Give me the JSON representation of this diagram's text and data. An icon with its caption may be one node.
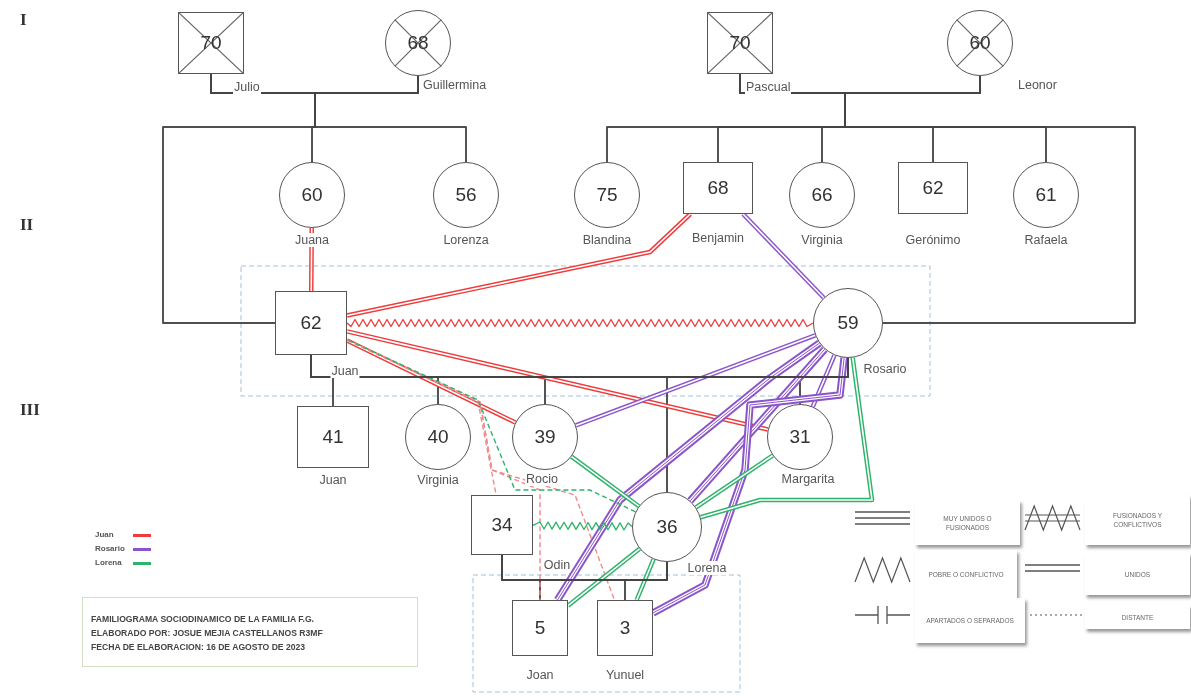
{
  "diagram": {
    "nodes": [
      {
        "text": [
          "70"
        ],
        "beside": [
          "Julio"
        ]
      },
      {
        "text": [
          "68"
        ],
        "beside": [
          "Guillermina"
        ]
      },
      {
        "text": [
          "70"
        ],
        "beside": [
          "Pascual"
        ]
      },
      {
        "text": [
          "60"
        ],
        "beside": [
          "Leonor"
        ]
      },
      {
        "text": [
          "60"
        ],
        "beside": [
          "Juana"
        ]
      },
      {
        "text": [
          "56"
        ],
        "beside": [
          "Lorenza"
        ]
      },
      {
        "text": [
          "75"
        ],
        "beside": [
          "Blandina"
        ]
      },
      {
        "text": [
          "68"
        ],
        "beside": [
          "Benjamin"
        ]
      },
      {
        "text": [
          "66"
        ],
        "beside": [
          "Virginia"
        ]
      },
      {
        "text": [
          "62"
        ],
        "beside": [
          "Gerónimo"
        ]
      },
      {
        "text": [
          "61"
        ],
        "beside": [
          "Rafaela"
        ]
      },
      {
        "text": [
          "62"
        ],
        "beside": [
          "Juan"
        ]
      },
      {
        "text": [
          "59"
        ],
        "beside": [
          "Rosario"
        ]
      },
      {
        "text": [
          "41"
        ],
        "beside": [
          "Juan"
        ]
      },
      {
        "text": [
          "40"
        ],
        "beside": [
          "Virginia"
        ]
      },
      {
        "text": [
          "39"
        ],
        "beside": [
          "Rocio"
        ]
      },
      {
        "text": [
          "31"
        ],
        "beside": [
          "Margarita"
        ]
      },
      {
        "text": [
          "34"
        ],
        "beside": [
          "Odin"
        ]
      },
      {
        "text": [
          "36"
        ],
        "beside": [
          "Lorena"
        ]
      },
      {
        "text": [
          "5"
        ],
        "beside": [
          "Joan"
        ]
      },
      {
        "text": [
          "3"
        ],
        "beside": [
          "Yunuel"
        ]
      },
      {
        "text": [
          "FAMILIOGRAMA SOCIODINAMICO DE LA FAMILIA F.G.",
          "ELABORADO POR: JOSUE MEJIA CASTELLANOS R3MF",
          "FECHA DE ELABORACION: 16 DE AGOSTO DE 2023"
        ]
      }
    ],
    "edges": [
      {
        "from": 0,
        "to": 1,
        "arrow": "none"
      },
      {
        "from": 2,
        "to": 3,
        "arrow": "none"
      },
      {
        "from": 11,
        "to": 12,
        "arrow": "none"
      },
      {
        "from": 17,
        "to": 18,
        "arrow": "none"
      },
      {
        "from": 0,
        "to": 4,
        "arrow": "none"
      },
      {
        "from": 1,
        "to": 4,
        "arrow": "none"
      },
      {
        "from": 0,
        "to": 5,
        "arrow": "none"
      },
      {
        "from": 1,
        "to": 5,
        "arrow": "none"
      },
      {
        "from": 0,
        "to": 11,
        "arrow": "none"
      },
      {
        "from": 1,
        "to": 11,
        "arrow": "none"
      },
      {
        "from": 2,
        "to": 6,
        "arrow": "none"
      },
      {
        "from": 3,
        "to": 6,
        "arrow": "none"
      },
      {
        "from": 2,
        "to": 7,
        "arrow": "none"
      },
      {
        "from": 3,
        "to": 7,
        "arrow": "none"
      },
      {
        "from": 2,
        "to": 8,
        "arrow": "none"
      },
      {
        "from": 3,
        "to": 8,
        "arrow": "none"
      },
      {
        "from": 2,
        "to": 9,
        "arrow": "none"
      },
      {
        "from": 3,
        "to": 9,
        "arrow": "none"
      },
      {
        "from": 2,
        "to": 10,
        "arrow": "none"
      },
      {
        "from": 3,
        "to": 10,
        "arrow": "none"
      },
      {
        "from": 2,
        "to": 12,
        "arrow": "none"
      },
      {
        "from": 3,
        "to": 12,
        "arrow": "none"
      },
      {
        "from": 11,
        "to": 13,
        "arrow": "none"
      },
      {
        "from": 12,
        "to": 13,
        "arrow": "none"
      },
      {
        "from": 11,
        "to": 14,
        "arrow": "none"
      },
      {
        "from": 12,
        "to": 14,
        "arrow": "none"
      },
      {
        "from": 11,
        "to": 15,
        "arrow": "none"
      },
      {
        "from": 12,
        "to": 15,
        "arrow": "none"
      },
      {
        "from": 11,
        "to": 18,
        "arrow": "none"
      },
      {
        "from": 12,
        "to": 18,
        "arrow": "none"
      },
      {
        "from": 11,
        "to": 16,
        "arrow": "none"
      },
      {
        "from": 12,
        "to": 16,
        "arrow": "none"
      },
      {
        "from": 17,
        "to": 19,
        "arrow": "none"
      },
      {
        "from": 18,
        "to": 19,
        "arrow": "none"
      },
      {
        "from": 17,
        "to": 20,
        "arrow": "none"
      },
      {
        "from": 18,
        "to": 20,
        "arrow": "none"
      },
      {
        "from": 4,
        "to": 11,
        "arrow": "none",
        "style": "thick",
        "color": "#ee3b3b"
      },
      {
        "from": 11,
        "to": 7,
        "arrow": "none",
        "style": "thick",
        "color": "#ee3b3b"
      },
      {
        "from": 11,
        "to": 12,
        "arrow": "none",
        "color": "#ee3b3b"
      },
      {
        "from": 11,
        "to": 15,
        "arrow": "none",
        "style": "thick",
        "color": "#ee3b3b"
      },
      {
        "from": 11,
        "to": 16,
        "arrow": "none",
        "style": "thick",
        "color": "#ee3b3b"
      },
      {
        "from": 11,
        "to": 17,
        "arrow": "none",
        "style": "dashed",
        "color": "#f28a8a"
      },
      {
        "from": 11,
        "to": 19,
        "arrow": "none",
        "style": "dashed",
        "color": "#f28a8a"
      },
      {
        "from": 11,
        "to": 20,
        "arrow": "none",
        "style": "dashed",
        "color": "#f28a8a"
      },
      {
        "from": 12,
        "to": 7,
        "arrow": "none",
        "style": "thick",
        "color": "#8b55c9"
      },
      {
        "from": 12,
        "to": 15,
        "arrow": "none",
        "style": "thick",
        "color": "#8b55c9"
      },
      {
        "from": 12,
        "to": 16,
        "arrow": "none",
        "style": "thick",
        "color": "#8b55c9"
      },
      {
        "from": 12,
        "to": 18,
        "arrow": "none",
        "style": "thick",
        "color": "#8b55c9"
      },
      {
        "from": 12,
        "to": 19,
        "arrow": "none",
        "style": "thick",
        "color": "#8b55c9"
      },
      {
        "from": 12,
        "to": 20,
        "arrow": "none",
        "style": "thick",
        "color": "#8b55c9"
      },
      {
        "from": 18,
        "to": 15,
        "arrow": "none",
        "style": "thick",
        "color": "#2db36a"
      },
      {
        "from": 18,
        "to": 17,
        "arrow": "none",
        "color": "#2db36a"
      },
      {
        "from": 18,
        "to": 16,
        "arrow": "none",
        "style": "thick",
        "color": "#2db36a"
      },
      {
        "from": 18,
        "to": 12,
        "arrow": "none",
        "style": "thick",
        "color": "#2db36a"
      },
      {
        "from": 18,
        "to": 19,
        "arrow": "none",
        "style": "thick",
        "color": "#2db36a"
      },
      {
        "from": 18,
        "to": 20,
        "arrow": "none",
        "style": "thick",
        "color": "#2db36a"
      },
      {
        "from": 18,
        "to": 11,
        "arrow": "none",
        "style": "dashed",
        "color": "#2db36a"
      }
    ],
    "labels": [
      "I",
      "II",
      "III"
    ],
    "legend": [
      {
        "text": "Juan",
        "color": "#ee3b3b"
      },
      {
        "text": "Rosario",
        "color": "#8b55c9"
      },
      {
        "text": "Lorena",
        "color": "#2db36a"
      },
      {
        "text": "MUY UNIDOS O FUSIONADOS"
      },
      {
        "text": "FUSIONADOS Y CONFLICTIVOS"
      },
      {
        "text": "POBRE O CONFLICTIVO"
      },
      {
        "text": "UNIDOS"
      },
      {
        "text": "APARTADOS O SEPARADOS"
      },
      {
        "text": "DISTANTE"
      }
    ]
  }
}
